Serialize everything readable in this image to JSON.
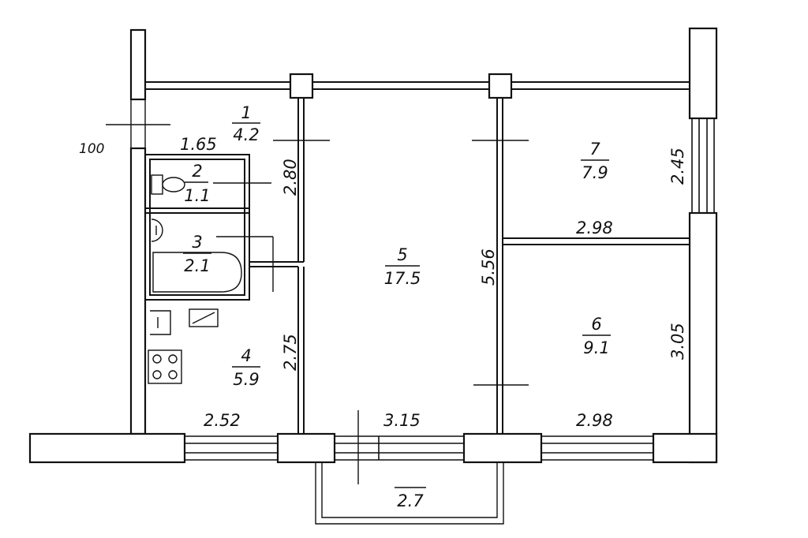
{
  "rooms": [
    {
      "num": "1",
      "area": "4.2"
    },
    {
      "num": "2",
      "area": "1.1"
    },
    {
      "num": "3",
      "area": "2.1"
    },
    {
      "num": "4",
      "area": "5.9"
    },
    {
      "num": "5",
      "area": "17.5"
    },
    {
      "num": "6",
      "area": "9.1"
    },
    {
      "num": "7",
      "area": "7.9"
    }
  ],
  "balcony": {
    "area": "2.7"
  },
  "dimensions": {
    "wall_thickness": "100",
    "hall_width": "1.65",
    "hall_depth": "2.80",
    "kitchen_depth": "2.75",
    "kitchen_width": "2.52",
    "living_width": "3.15",
    "living_depth": "5.56",
    "bedroom7_width": "2.98",
    "bedroom7_depth": "2.45",
    "bedroom6_width": "2.98",
    "bedroom6_depth": "3.05"
  }
}
